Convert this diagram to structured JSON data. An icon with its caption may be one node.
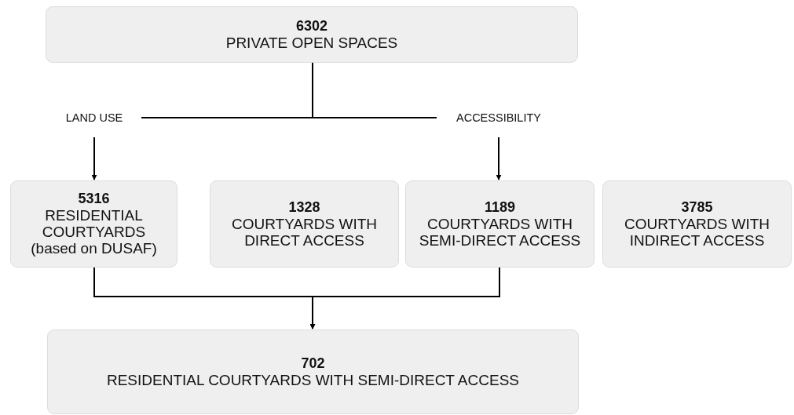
{
  "diagram": {
    "nodes": [
      {
        "text": [
          "6302",
          "PRIVATE OPEN SPACES"
        ]
      },
      {
        "text": [
          "LAND USE"
        ]
      },
      {
        "text": [
          "ACCESSIBILITY"
        ]
      },
      {
        "text": [
          "5316",
          "RESIDENTIAL COURTYARDS (based on DUSAF)"
        ]
      },
      {
        "text": [
          "1328",
          "COURTYARDS WITH DIRECT ACCESS"
        ]
      },
      {
        "text": [
          "1189",
          "COURTYARDS WITH SEMI-DIRECT ACCESS"
        ]
      },
      {
        "text": [
          "3785",
          "COURTYARDS WITH INDIRECT ACCESS"
        ]
      },
      {
        "text": [
          "702",
          "RESIDENTIAL COURTYARDS WITH SEMI-DIRECT ACCESS"
        ]
      }
    ],
    "edges": [
      {
        "from": 0,
        "to": 1,
        "arrow": "none"
      },
      {
        "from": 0,
        "to": 2,
        "arrow": "none"
      },
      {
        "from": 1,
        "to": 3,
        "arrow": "to"
      },
      {
        "from": 2,
        "to": 5,
        "arrow": "to"
      },
      {
        "from": 3,
        "to": 7,
        "arrow": "to"
      },
      {
        "from": 5,
        "to": 7,
        "arrow": "to"
      }
    ]
  }
}
